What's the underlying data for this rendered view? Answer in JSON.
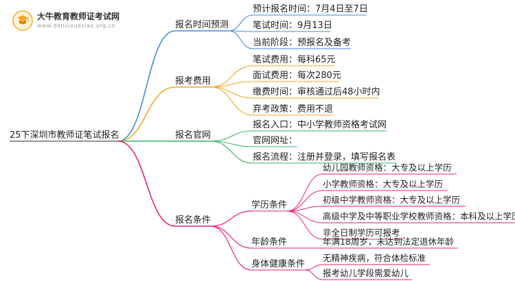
{
  "logo": {
    "title": "大牛教育教师证考试网",
    "url": "www.daniuxuexiao.org.cn"
  },
  "root": {
    "label": "25下深圳市教师证笔试报名"
  },
  "colors": {
    "blue": "#3f8ae6",
    "orange": "#f5a623",
    "green": "#35b262",
    "pink": "#e91e7a"
  },
  "branches": [
    {
      "id": "time",
      "label": "报名时间预测",
      "color": "blue",
      "items": [
        {
          "label": "预计报名时间：7月4日至7日"
        },
        {
          "label": "笔试时间：9月13日"
        },
        {
          "label": "当前阶段：预报名及备考"
        }
      ]
    },
    {
      "id": "fee",
      "label": "报考费用",
      "color": "orange",
      "items": [
        {
          "label": "笔试费用：每科65元"
        },
        {
          "label": "面试费用：每次280元"
        },
        {
          "label": "缴费时间：审核通过后48小时内"
        },
        {
          "label": "弃考政策：费用不退"
        }
      ]
    },
    {
      "id": "site",
      "label": "报名官网",
      "color": "green",
      "items": [
        {
          "label": "报名入口：中小学教师资格考试网"
        },
        {
          "label": "官网网址："
        },
        {
          "label": "报名流程：注册并登录，填写报名表"
        }
      ]
    },
    {
      "id": "cond",
      "label": "报名条件",
      "color": "pink",
      "items": [
        {
          "label": "学历条件",
          "children": [
            "幼儿园教师资格：大专及以上学历",
            "小学教师资格：大专及以上学历",
            "初级中学教师资格：大专及以上学历",
            "高级中学及中等职业学校教师资格：本科及以上学历",
            "非全日制学历可报考"
          ]
        },
        {
          "label": "年龄条件",
          "children": [
            "年满18周岁，未达到法定退休年龄"
          ]
        },
        {
          "label": "身体健康条件",
          "children": [
            "无精神疾病，符合体检标准",
            "报考幼儿学段需爱幼儿"
          ]
        }
      ]
    }
  ]
}
